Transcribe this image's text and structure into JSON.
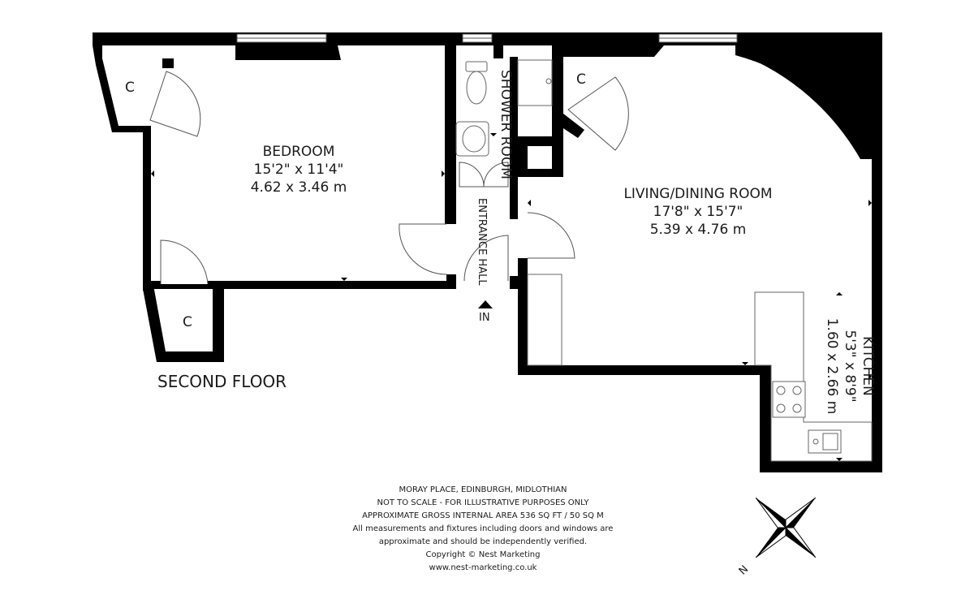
{
  "rooms": {
    "bedroom": {
      "name": "BEDROOM",
      "imperial": "15'2\" x 11'4\"",
      "metric": "4.62 x 3.46 m"
    },
    "living": {
      "name": "LIVING/DINING ROOM",
      "imperial": "17'8\" x 15'7\"",
      "metric": "5.39 x 4.76 m"
    },
    "kitchen": {
      "name": "KITCHEN",
      "imperial": "5'3\" x 8'9\"",
      "metric": "1.60 x 2.66 m"
    },
    "shower": {
      "name": "SHOWER ROOM"
    },
    "hall": {
      "name": "ENTRANCE HALL"
    }
  },
  "cupboards": [
    "C",
    "C",
    "C"
  ],
  "entrance": "IN",
  "floor_label": "SECOND FLOOR",
  "notes": [
    "MORAY PLACE, EDINBURGH, MIDLOTHIAN",
    "NOT TO SCALE - FOR ILLUSTRATIVE PURPOSES ONLY",
    "APPROXIMATE GROSS INTERNAL AREA  536 SQ FT / 50 SQ M",
    "All measurements and fixtures including doors and windows are",
    "approximate and should be independently verified.",
    "Copyright © Nest Marketing",
    "www.nest-marketing.co.uk"
  ],
  "compass": {
    "label": "N",
    "icon": "compass-rose-icon"
  },
  "colors": {
    "wall": "#000000",
    "background": "#ffffff"
  }
}
